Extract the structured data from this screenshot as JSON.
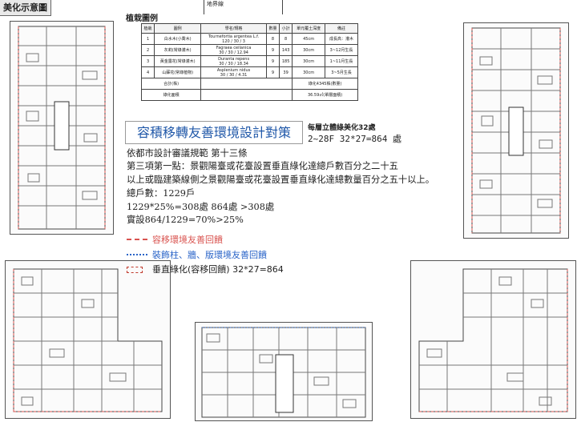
{
  "corner_label": "美化示意圖",
  "legend": {
    "title": "植栽圖例",
    "site_label": "地界線",
    "header": [
      "植栽",
      "圖例",
      "學名/規格",
      "數量",
      "小計",
      "單元覆土深度",
      "備註"
    ],
    "rows": [
      {
        "no": "1",
        "name": "白水木(小喬木)",
        "spec": "Tournefortia argentea L.f.",
        "size": "120 / 30 / 3",
        "qty": "8",
        "sub": "8",
        "depth": "45cm",
        "note": "成長高：灌木"
      },
      {
        "no": "2",
        "name": "灰莉(常綠灌木)",
        "spec": "Fagraea ceilanica",
        "size": "30 / 30 / 12.94",
        "qty": "9",
        "sub": "143",
        "depth": "30cm",
        "note": "3~12月生長"
      },
      {
        "no": "3",
        "name": "黃金露花(常綠灌木)",
        "spec": "Duranta repens",
        "size": "30 / 30 / 18.34",
        "qty": "9",
        "sub": "185",
        "depth": "30cm",
        "note": "1~11月生長"
      },
      {
        "no": "4",
        "name": "山蘇花(常綠植物)",
        "spec": "Asplenium nidus",
        "size": "30 / 30 / 4.31",
        "qty": "9",
        "sub": "39",
        "depth": "30cm",
        "note": "3~5月生長"
      }
    ],
    "total_label": "合計(株)",
    "total_value": "綠化4345株(數量)",
    "area_label": "綠化面積",
    "area_value": "36.59㎡(單層面積)"
  },
  "main_title": "容積移轉友善環境設計對策",
  "note_right": {
    "line1": "每層立體綠美化32處",
    "line2": "2~28F  32*27=864  處"
  },
  "body_lines": [
    "依都市設計審議規範 第十三條",
    "第三項第一點：景觀陽臺或花臺設置垂直綠化達總戶數百分之二十五",
    "以上或臨建築線側之景觀陽臺或花臺設置垂直綠化達總數量百分之五十以上。",
    "總戶數：1229戶",
    "1229*25%=308處      864處 >308處",
    "實設864/1229=70%>25%"
  ],
  "line_legend": [
    {
      "text": "容移環境友善回饋",
      "color": "#d9534f",
      "style": "dashed"
    },
    {
      "text": "裝飾柱、牆、版環境友善回饋",
      "color": "#2a64c8",
      "style": "dotted"
    },
    {
      "text": "垂直綠化(容移回饋)  32*27=864",
      "color": "#c0392b",
      "style": "dashed"
    }
  ]
}
